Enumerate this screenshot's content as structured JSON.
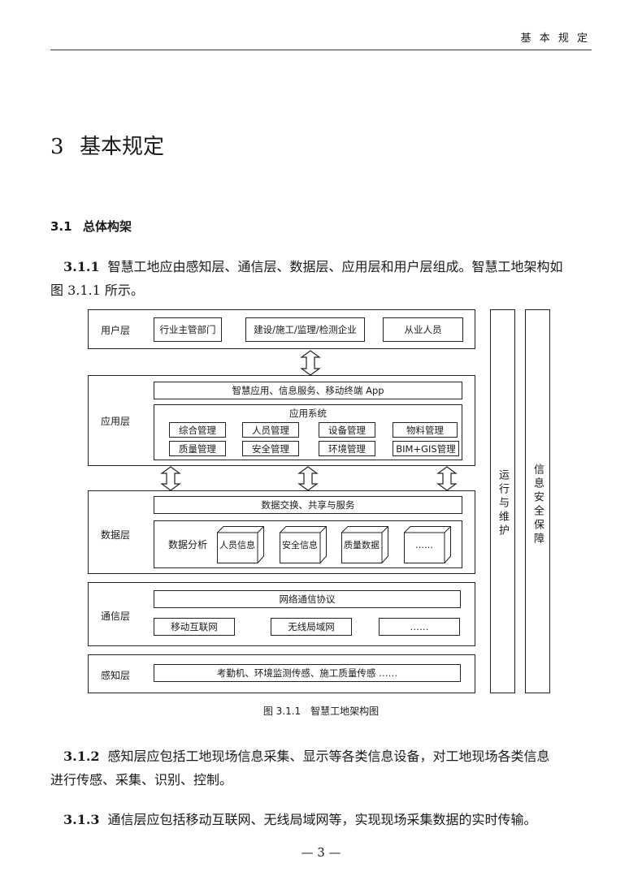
{
  "header": {
    "title": "基 本 规 定"
  },
  "chapter": {
    "number": "3",
    "title": "基本规定"
  },
  "section": {
    "number": "3.1",
    "title": "总体构架"
  },
  "clauses": [
    {
      "id": "3.1.1",
      "line1": "智慧工地应由感知层、通信层、数据层、应用层和用户层组成。智慧工地架构如",
      "line2": "图 3.1.1 所示。"
    },
    {
      "id": "3.1.2",
      "line1": "感知层应包括工地现场信息采集、显示等各类信息设备，对工地现场各类信息",
      "line2": "进行传感、采集、识别、控制。"
    },
    {
      "id": "3.1.3",
      "line1": "通信层应包括移动互联网、无线局域网等，实现现场采集数据的实时传输。"
    }
  ],
  "diagram": {
    "user_layer": {
      "label": "用户层",
      "items": [
        "行业主管部门",
        "建设/施工/监理/检测企业",
        "从业人员"
      ]
    },
    "app_layer": {
      "label": "应用层",
      "top_bar": "智慧应用、信息服务、移动终端 App",
      "system_title": "应用系统",
      "modules": [
        "综合管理",
        "人员管理",
        "设备管理",
        "物料管理",
        "质量管理",
        "安全管理",
        "环境管理",
        "BIM+GIS管理"
      ]
    },
    "data_layer": {
      "label": "数据层",
      "top_bar": "数据交换、共享与服务",
      "analysis_label": "数据分析",
      "cubes": [
        {
          "l1": "人员",
          "l2": "信息"
        },
        {
          "l1": "安全",
          "l2": "信息"
        },
        {
          "l1": "质量",
          "l2": "数据"
        },
        {
          "l1": "……",
          "l2": ""
        }
      ]
    },
    "comm_layer": {
      "label": "通信层",
      "top_bar": "网络通信协议",
      "items": [
        "移动互联网",
        "无线局域网",
        "……"
      ]
    },
    "sense_layer": {
      "label": "感知层",
      "bar": "考勤机、环境监测传感、施工质量传感 ……"
    },
    "side_ops": "运行与维护",
    "side_sec": "信息安全保障"
  },
  "figure_caption": "图 3.1.1　智慧工地架构图",
  "page_number": "— 3 —"
}
